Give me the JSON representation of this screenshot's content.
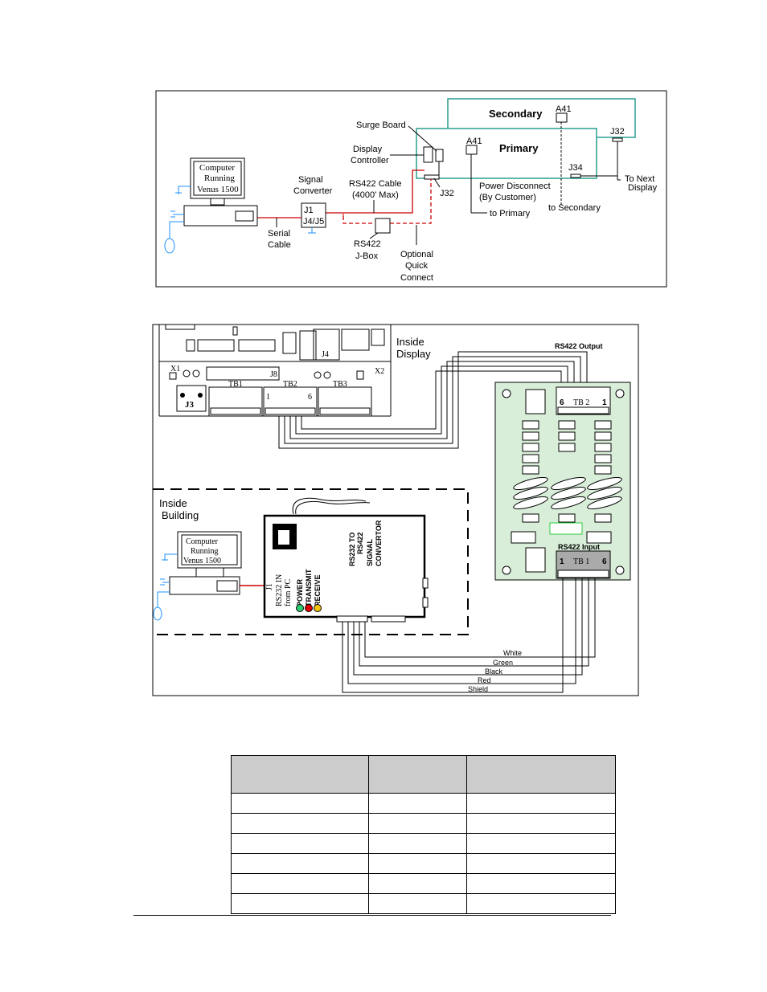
{
  "diagram_top": {
    "secondary": "Secondary",
    "primary": "Primary",
    "a41_secondary": "A41",
    "a41_primary": "A41",
    "j32_right": "J32",
    "j32_lower": "J32",
    "j34": "J34",
    "surge_board": "Surge Board",
    "display_controller_line1": "Display",
    "display_controller_line2": "Controller",
    "signal_converter_line1": "Signal",
    "signal_converter_line2": "Converter",
    "j1": "J1",
    "j4j5": "J4/J5",
    "rs422_cable_line1": "RS422 Cable",
    "rs422_cable_line2": "(4000' Max)",
    "power_disconnect_line1": "Power Disconnect",
    "power_disconnect_line2": "(By Customer)",
    "to_primary": "to Primary",
    "to_secondary": "to Secondary",
    "to_next_line1": "To Next",
    "to_next_line2": "Display",
    "serial_cable_line1": "Serial",
    "serial_cable_line2": "Cable",
    "jbox_line1": "RS422",
    "jbox_line2": "J-Box",
    "quick_line1": "Optional",
    "quick_line2": "Quick",
    "quick_line3": "Connect",
    "computer_line1": "Computer",
    "computer_line2": "Running",
    "computer_line3": "Venus 1500"
  },
  "diagram_bottom": {
    "inside_display_line1": "Inside",
    "inside_display_line2": "Display",
    "inside_building_line1": "Inside",
    "inside_building_line2": "Building",
    "rs422_output": "RS422 Output",
    "rs422_input": "RS422 Input",
    "tb1_board": "TB1",
    "tb2_board": "TB2",
    "tb3_board": "TB3",
    "tb2_right": "TB 2",
    "tb1_right": "TB 1",
    "j3": "J3",
    "j4": "J4",
    "j8": "J8",
    "x1": "X1",
    "x2": "X2",
    "pin1": "1",
    "pin6": "6",
    "computer_line1": "Computer",
    "computer_line2": "Running",
    "computer_line3": "Venus 1500",
    "conv_title_line1": "RS232 TO",
    "conv_title_line2": "RS422",
    "conv_title_line3": "SIGNAL",
    "conv_title_line4": "CONVERTOR",
    "rs232_in_line1": "RS232 IN",
    "rs232_in_line2": "from PC",
    "j1": "J1",
    "power": "POWER",
    "transmit": "TRANSMIT",
    "receive": "RECEIVE",
    "wires": [
      "White",
      "Green",
      "Black",
      "Red",
      "Shield"
    ],
    "colors": {
      "red_wire": "#cc0000",
      "cyan_box": "#2a9d8f",
      "board_green": "#d8eed8"
    }
  },
  "table": {
    "header": [
      "",
      "",
      ""
    ],
    "rows": [
      [
        "",
        "",
        ""
      ],
      [
        "",
        "",
        ""
      ],
      [
        "",
        "",
        ""
      ],
      [
        "",
        "",
        ""
      ],
      [
        "",
        "",
        ""
      ],
      [
        "",
        "",
        ""
      ]
    ]
  }
}
